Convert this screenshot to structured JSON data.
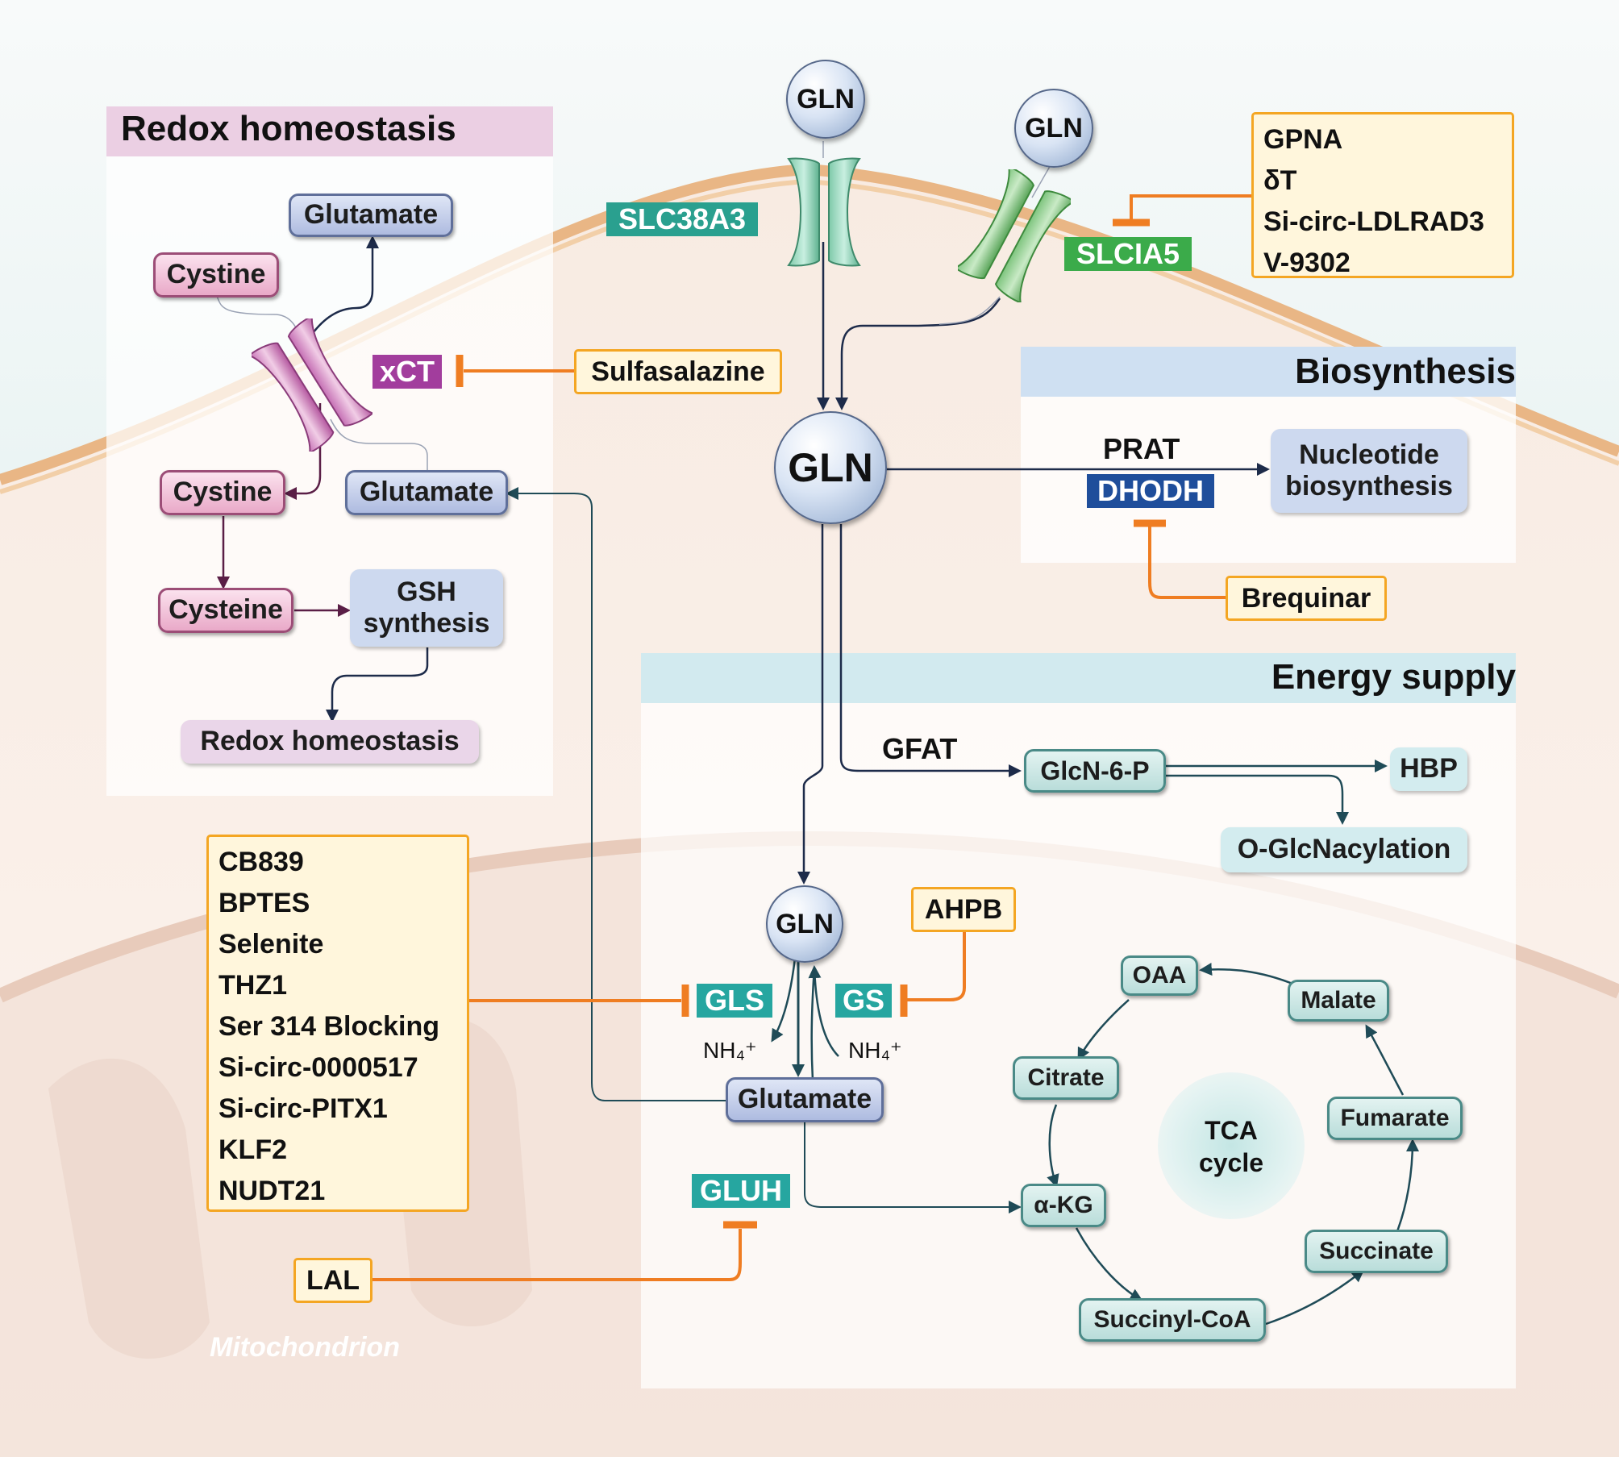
{
  "panels": {
    "redox_title": "Redox homeostasis",
    "biosynthesis_title": "Biosynthesis",
    "energy_title": "Energy supply"
  },
  "gln": {
    "top1": "GLN",
    "top2": "GLN",
    "center": "GLN",
    "mito": "GLN"
  },
  "transporters": {
    "slc38a3": "SLC38A3",
    "slc1a5": "SLCIA5",
    "xct": "xCT"
  },
  "redox": {
    "glutamate_top": "Glutamate",
    "cystine_top": "Cystine",
    "cystine_in": "Cystine",
    "glutamate_in": "Glutamate",
    "cysteine": "Cysteine",
    "gsh": "GSH synthesis",
    "redox": "Redox homeostasis"
  },
  "biosynthesis": {
    "prat": "PRAT",
    "dhodh": "DHODH",
    "nucleotide": "Nucleotide biosynthesis"
  },
  "energy": {
    "gfat": "GFAT",
    "glcn6p": "GlcN-6-P",
    "hbp": "HBP",
    "oglcnac": "O-GlcNacylation",
    "gls": "GLS",
    "gs": "GS",
    "nh4_left": "NH₄⁺",
    "nh4_right": "NH₄⁺",
    "glutamate": "Glutamate",
    "gluh": "GLUH",
    "tca_label": "TCA cycle",
    "oaa": "OAA",
    "malate": "Malate",
    "citrate": "Citrate",
    "fumarate": "Fumarate",
    "akg": "α-KG",
    "succinate": "Succinate",
    "succinylcoa": "Succinyl-CoA"
  },
  "inhibitors": {
    "slc1a5_list": [
      "GPNA",
      "δT",
      "Si-circ-LDLRAD3",
      "V-9302"
    ],
    "sulfasalazine": "Sulfasalazine",
    "brequinar": "Brequinar",
    "ahpb": "AHPB",
    "lal": "LAL",
    "gls_list": [
      "CB839",
      "BPTES",
      "Selenite",
      "THZ1",
      "Ser 314 Blocking",
      "Si-circ-0000517",
      "Si-circ-PITX1",
      "KLF2",
      "NUDT21"
    ]
  },
  "mitochondrion": "Mitochondrion",
  "colors": {
    "inhibition": "#ef7d22",
    "slc38a3_tag": "#2aa08f",
    "slc1a5_tag": "#3bab4a",
    "xct_tag": "#a23d9d",
    "dhodh_tag": "#1f4e9b",
    "gls_tag": "#26a6a0"
  }
}
